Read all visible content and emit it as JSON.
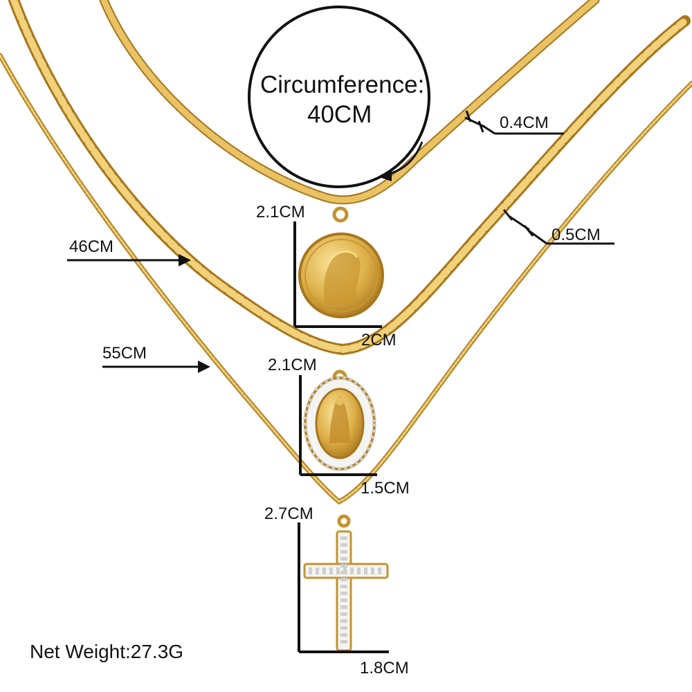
{
  "product_image": {
    "metal_color": "#d9a93c",
    "highlight_color": "#f7df8a",
    "shadow_color": "#a8761e",
    "stone_color": "#f4f4f2",
    "icons": [
      "coin-pendant-icon",
      "virgin-mary-pendant-icon",
      "cross-pendant-icon"
    ]
  },
  "callout": {
    "line1": "Circumference:",
    "line2": "40CM"
  },
  "measurements": {
    "link_small": "0.4CM",
    "link_large": "0.5CM",
    "length_46": "46CM",
    "length_55": "55CM",
    "coin_height": "2.1CM",
    "coin_width": "2CM",
    "oval_height": "2.1CM",
    "oval_width": "1.5CM",
    "cross_height": "2.7CM",
    "cross_width": "1.8CM"
  },
  "net_weight": "Net Weight:27.3G"
}
